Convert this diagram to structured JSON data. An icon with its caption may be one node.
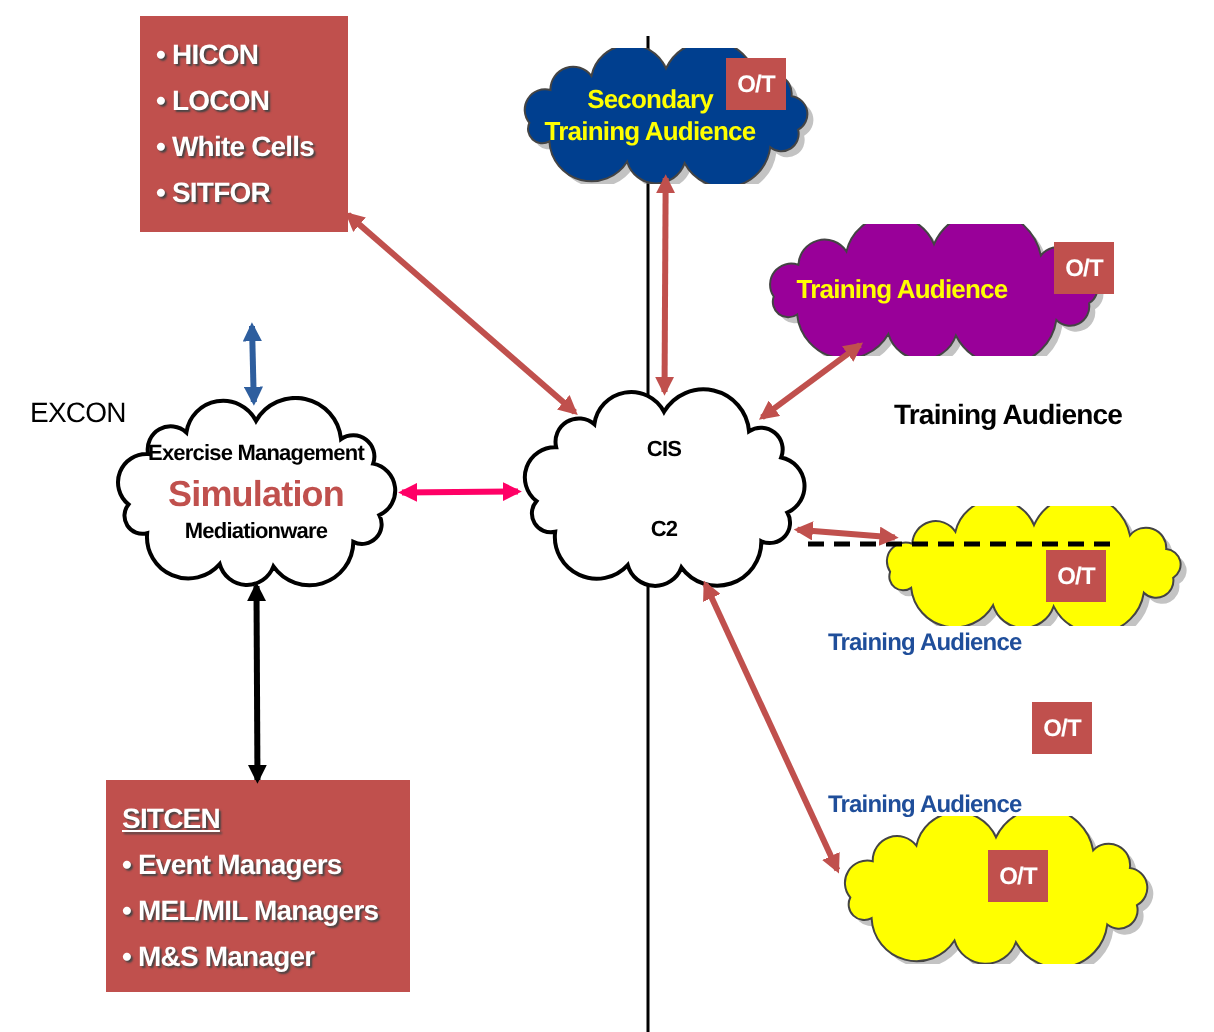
{
  "diagram": {
    "nodes": [
      {
        "text": [
          "• HICON",
          "• LOCON",
          "• White Cells",
          "• SITFOR"
        ]
      },
      {
        "text": [
          "Secondary Training Audience"
        ]
      },
      {
        "text": [
          "O/T"
        ],
        "in": 1
      },
      {
        "text": [
          "Training Audience"
        ]
      },
      {
        "text": [
          "O/T"
        ],
        "in": 3
      },
      {
        "text": [
          "Exercise Management",
          "Simulation",
          "Mediationware"
        ],
        "beside": [
          "EXCON"
        ]
      },
      {
        "text": [
          "CIS",
          "C2"
        ]
      },
      {
        "text": [],
        "shape": "cloud",
        "beside": [
          "Training Audience"
        ]
      },
      {
        "text": [
          "O/T"
        ],
        "in": 7
      },
      {
        "text": [
          "O/T"
        ]
      },
      {
        "text": [],
        "shape": "cloud",
        "beside": [
          "Training Audience"
        ]
      },
      {
        "text": [
          "O/T"
        ],
        "in": 10
      },
      {
        "text": [
          "SITCEN",
          "• Event Managers",
          "• MEL/MIL Managers",
          "• M&S Manager"
        ]
      }
    ],
    "edges": [
      {
        "from": 0,
        "to": 6,
        "arrow": "both"
      },
      {
        "from": 6,
        "to": 1,
        "arrow": "both"
      },
      {
        "from": 6,
        "to": 3,
        "arrow": "both"
      },
      {
        "from": 5,
        "to": 6,
        "arrow": "both",
        "color": "#ff0066"
      },
      {
        "from": 6,
        "to": 7,
        "arrow": "both"
      },
      {
        "from": 6,
        "to": 10,
        "arrow": "both"
      },
      {
        "from": 5,
        "to": 12,
        "arrow": "both",
        "color": "#000000"
      },
      {
        "from": 5,
        "to": null,
        "arrow": "both",
        "color": "#2e5e9e"
      }
    ],
    "labels": [
      "Training Audience"
    ]
  }
}
